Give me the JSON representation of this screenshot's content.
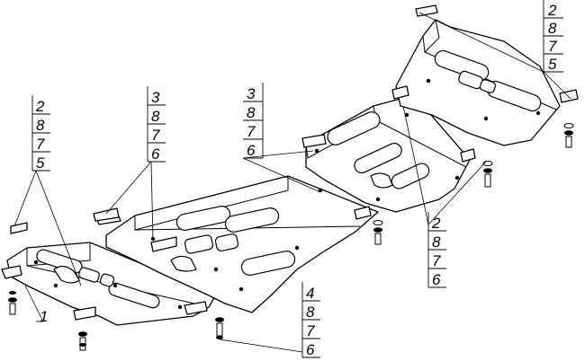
{
  "callouts": [
    {
      "id": "c1",
      "numbers": [
        "2",
        "8",
        "7",
        "5"
      ]
    },
    {
      "id": "c2",
      "numbers": [
        "3",
        "8",
        "7",
        "6"
      ]
    },
    {
      "id": "c3",
      "numbers": [
        "3",
        "8",
        "7",
        "6"
      ]
    },
    {
      "id": "c4",
      "numbers": [
        "2",
        "8",
        "7",
        "5"
      ]
    },
    {
      "id": "c5",
      "numbers": [
        "2",
        "8",
        "7",
        "6"
      ]
    },
    {
      "id": "c6",
      "numbers": [
        "4",
        "8",
        "7",
        "6"
      ]
    }
  ],
  "part_label": "1"
}
